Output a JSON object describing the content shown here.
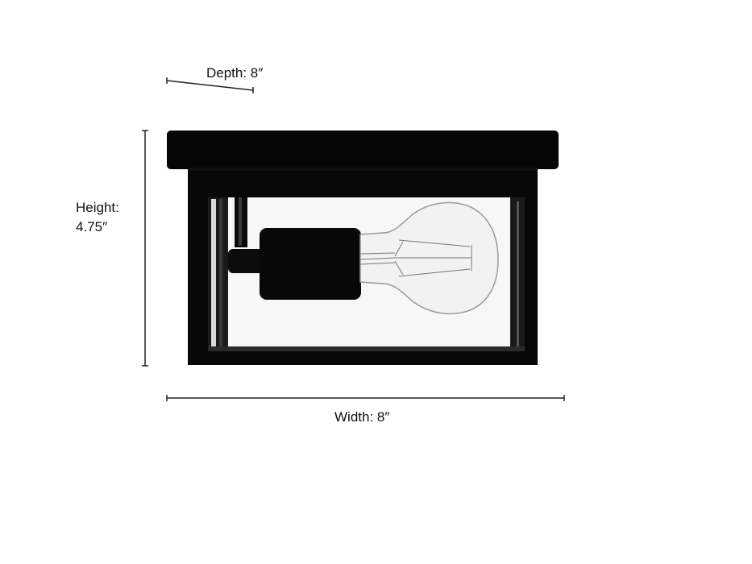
{
  "diagram": {
    "subject": "flush mount ceiling light fixture with exposed bulb",
    "colors": {
      "frame": "#080808",
      "background": "#ffffff",
      "glass_interior": "#f6f6f6",
      "dimension_line": "#222222",
      "bulb_outline": "#9a9a9a"
    },
    "dimensions": {
      "depth": {
        "label": "Depth: 8″"
      },
      "height": {
        "label_line1": "Height:",
        "label_line2": "4.75″"
      },
      "width": {
        "label": "Width: 8″"
      }
    }
  }
}
